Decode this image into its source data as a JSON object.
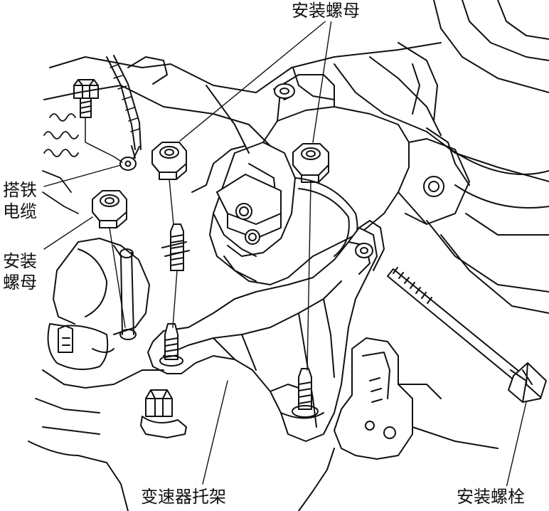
{
  "labels": {
    "top_nut": "安装螺母",
    "ground_cable": [
      "搭铁",
      "电缆"
    ],
    "left_nut": [
      "安装",
      "螺母"
    ],
    "bracket": "变速器托架",
    "bolt": "安装螺栓"
  },
  "colors": {
    "line": "#111111",
    "paper": "#ffffff",
    "shade": "#222222"
  }
}
